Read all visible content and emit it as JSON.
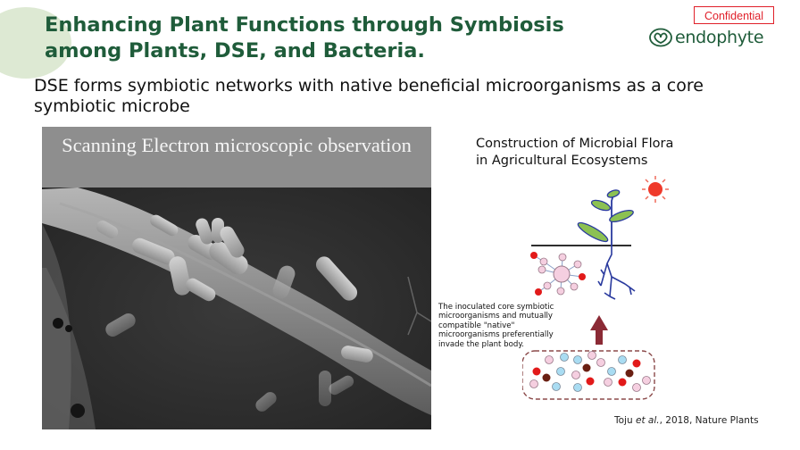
{
  "slide": {
    "title_line1": "Enhancing Plant Functions through Symbiosis",
    "title_line2": "among Plants, DSE, and Bacteria.",
    "confidential_label": "Confidential",
    "logo_text": "endophyte",
    "subtitle": "DSE forms symbiotic networks with native beneficial microorganisms as a core symbiotic microbe"
  },
  "sem_panel": {
    "header": "Scanning Electron microscopic observation",
    "image_alt": "SEM image of rod-shaped bacteria attached to a fungal hypha"
  },
  "diagram": {
    "title_line1": "Construction of Microbial Flora",
    "title_line2": "in Agricultural Ecosystems",
    "note": "The inoculated core symbiotic microorganisms and mutually compatible \"native\" microorganisms preferentially invade the plant body.",
    "icons": [
      "sun-icon",
      "plant-icon",
      "microbial-network-icon",
      "arrow-up-icon",
      "soil-microbe-pool-icon"
    ]
  },
  "citation": {
    "author": "Toju",
    "etal": "et al.",
    "rest": ", 2018, Nature Plants"
  },
  "colors": {
    "title_green": "#1f5c3a",
    "confidential_red": "#e0202a",
    "deco_green": "#dde9d3",
    "sem_header_gray": "#8e8e8e",
    "arrow_maroon": "#8b2a35",
    "sun_red": "#ef3a2b",
    "leaf_green": "#8cc152",
    "stem_blue": "#2a3a9e"
  }
}
